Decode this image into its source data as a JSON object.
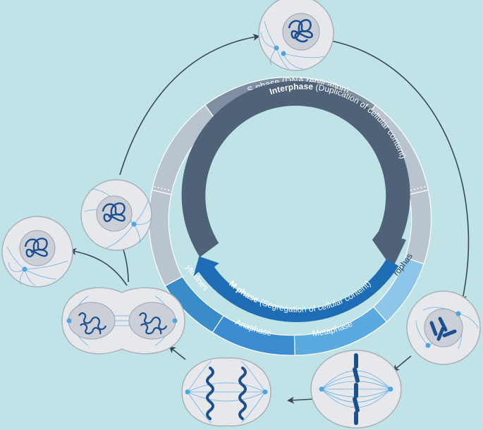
{
  "colors": {
    "background": "#bfe3e6",
    "interphase_arrow": "#4f6278",
    "interphase_segment_light": "#b9c4cf",
    "s_phase_segment": "#7f8fa2",
    "m_phase_arrow": "#1e6db4",
    "cytokinesis_segment": "#3a8cc9",
    "anaphase_segment": "#3b8bd0",
    "metaphase_segment": "#5aaae0",
    "prophase_segment": "#8dc6ea",
    "cell_fill": "#e7e8ec",
    "nucleus_fill": "#cbd0d8",
    "chromatin": "#1d4f8f",
    "spindle": "#4da6e2",
    "cycle_arrow": "#3b4757"
  },
  "outer_ring": {
    "s_phase": "S phase (DNA replication)",
    "prophase": "Prophase",
    "metaphase": "Metaphase",
    "anaphase": "Anaphase",
    "cytokinesis": "Cytokinesis"
  },
  "inner_ring": {
    "interphase_bold": "Interphase",
    "interphase_rest": " (Duplication of cellular content)",
    "mphase_bold": "M phase",
    "mphase_rest": " (Segregation of cellular content)"
  },
  "cells": [
    {
      "name": "g2-cell",
      "icon": "cell-interphase-nucleus"
    },
    {
      "name": "prophase-cell",
      "icon": "cell-condensing-chromosomes"
    },
    {
      "name": "metaphase-cell",
      "icon": "cell-aligned-chromosomes"
    },
    {
      "name": "anaphase-cell",
      "icon": "cell-separating-chromatids"
    },
    {
      "name": "telophase-cell",
      "icon": "cell-two-nuclei"
    },
    {
      "name": "daughter-cell",
      "icon": "cell-interphase-nucleus"
    },
    {
      "name": "g1-cell",
      "icon": "cell-interphase-nucleus"
    }
  ]
}
